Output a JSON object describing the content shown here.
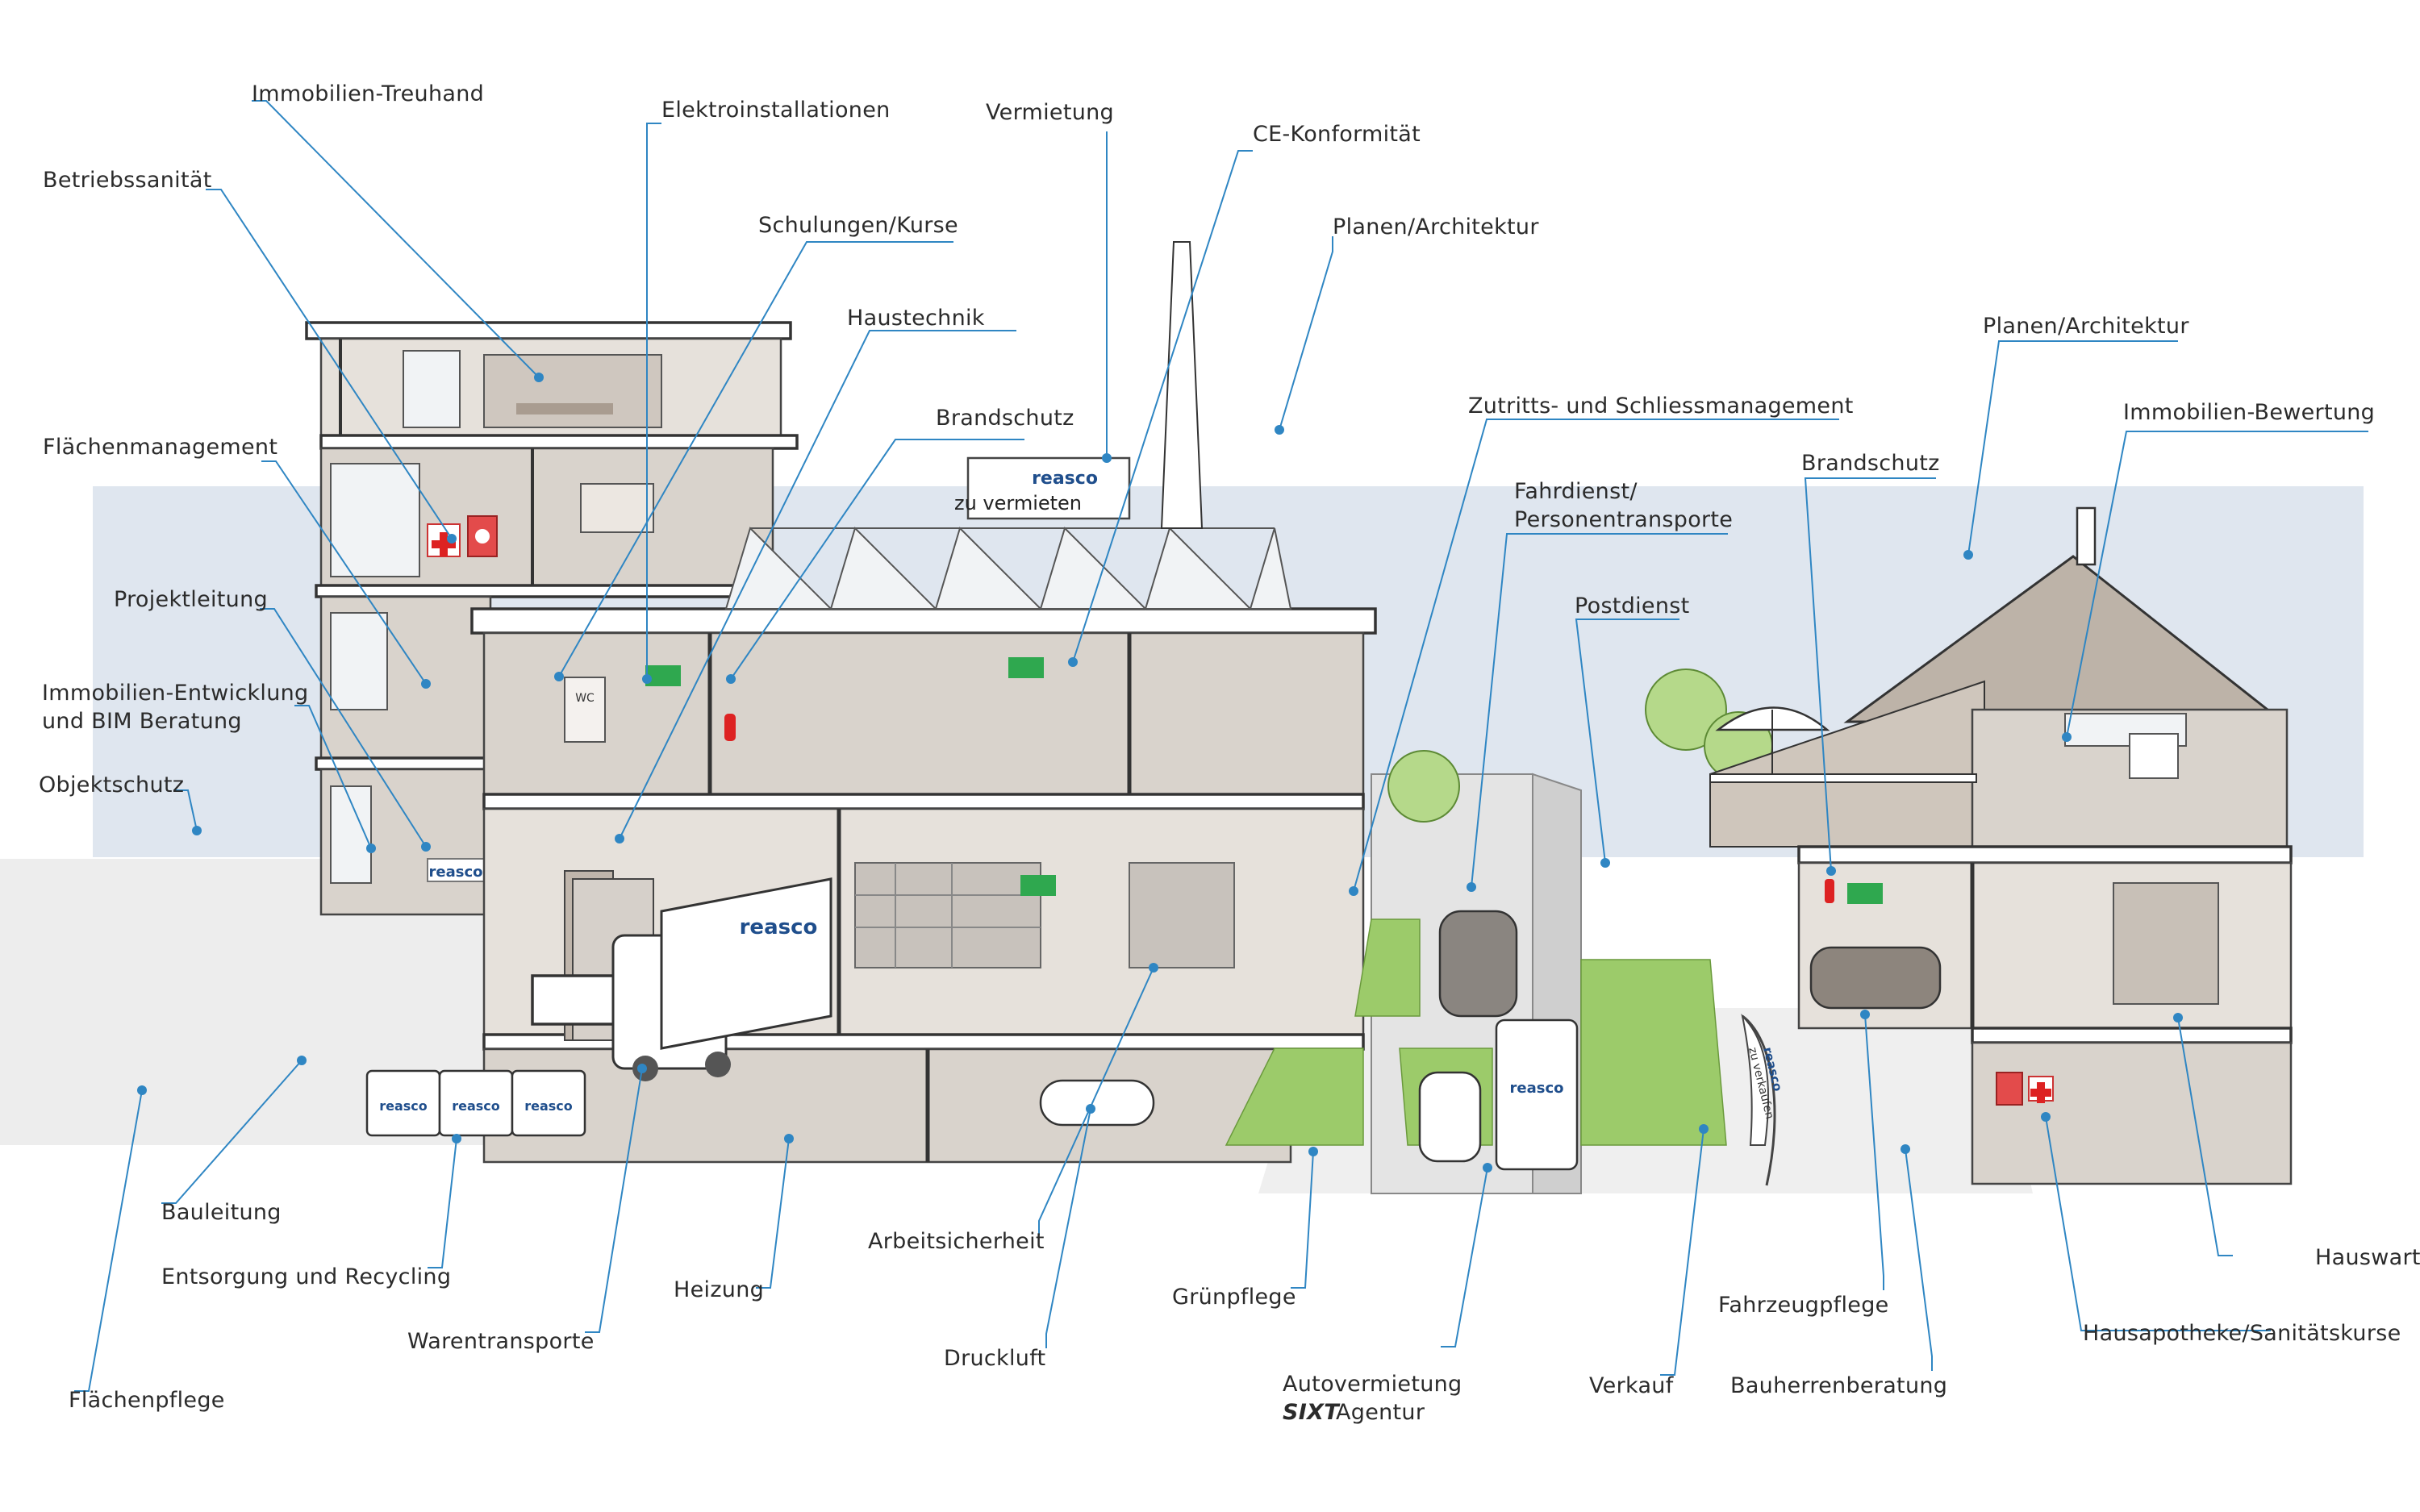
{
  "brand": {
    "logo": "reasco",
    "sign_text": "zu vermieten",
    "flag_text": "zu verkaufen",
    "colors": {
      "accent": "#2f86c3",
      "brand": "#1f4e8c"
    }
  },
  "labels": {
    "immobilien_treuhand": "Immobilien-Treuhand",
    "elektroinstallationen": "Elektroinstallationen",
    "vermietung": "Vermietung",
    "ce_konformitaet": "CE-Konformität",
    "betriebssanitaet": "Betriebssanität",
    "schulungen_kurse": "Schulungen/Kurse",
    "haustechnik": "Haustechnik",
    "planen_architektur_1": "Planen/Architektur",
    "planen_architektur_2": "Planen/Architektur",
    "brandschutz_1": "Brandschutz",
    "brandschutz_2": "Brandschutz",
    "zutritts": "Zutritts- und Schliessmanagement",
    "immobilien_bewertung": "Immobilien-Bewertung",
    "flaechenmanagement": "Flächenmanagement",
    "fahrdienst_1": "Fahrdienst/",
    "fahrdienst_2": "Personentransporte",
    "projektleitung": "Projektleitung",
    "postdienst": "Postdienst",
    "entwicklung_1": "Immobilien-Entwicklung",
    "entwicklung_2": "und BIM Beratung",
    "objektschutz": "Objektschutz",
    "bauleitung": "Bauleitung",
    "entsorgung": "Entsorgung und Recycling",
    "arbeitssicherheit": "Arbeitsicherheit",
    "heizung": "Heizung",
    "gruenpflege": "Grünpflege",
    "warentransporte": "Warentransporte",
    "druckluft": "Druckluft",
    "autovermietung_1": "Autovermietung",
    "autovermietung_2": "Agentur",
    "sixt": "SIXT",
    "verkauf": "Verkauf",
    "fahrzeugpflege": "Fahrzeugpflege",
    "bauherrenberatung": "Bauherrenberatung",
    "flaechenpflege": "Flächenpflege",
    "hauswartungen": "Hauswartungen",
    "hausapotheke": "Hausapotheke/Sanitätskurse"
  },
  "icons": {
    "first_aid": "first-aid-icon",
    "defibrillator": "aed-icon",
    "exit": "emergency-exit-icon",
    "extinguisher": "fire-extinguisher-icon",
    "wc": "WC"
  }
}
